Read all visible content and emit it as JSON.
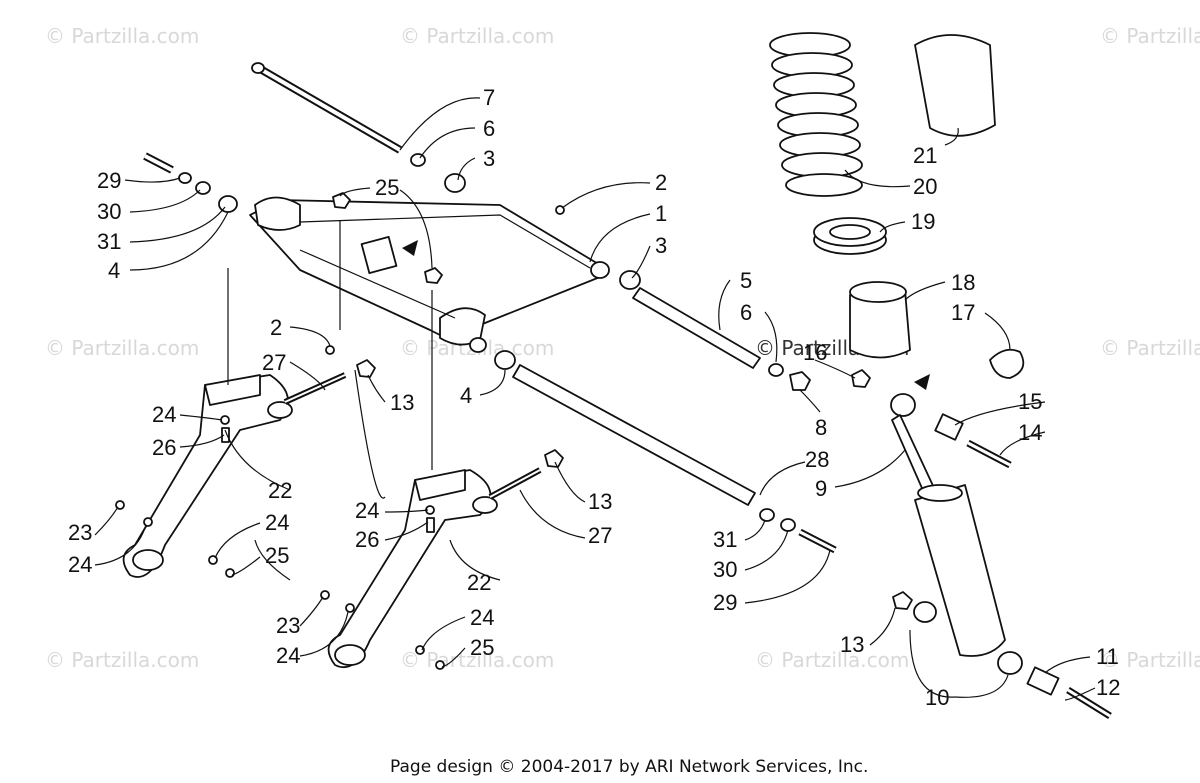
{
  "watermark": "© Partzilla.com",
  "footer": "Page design © 2004-2017 by ARI Network Services, Inc.",
  "callouts": [
    "1",
    "2",
    "2",
    "3",
    "3",
    "4",
    "4",
    "5",
    "6",
    "6",
    "7",
    "8",
    "9",
    "10",
    "11",
    "12",
    "13",
    "13",
    "13",
    "14",
    "15",
    "16",
    "17",
    "18",
    "19",
    "20",
    "21",
    "22",
    "22",
    "23",
    "23",
    "24",
    "24",
    "24",
    "24",
    "24",
    "24",
    "25",
    "25",
    "25",
    "26",
    "26",
    "27",
    "27",
    "28",
    "29",
    "29",
    "30",
    "30",
    "31",
    "31"
  ]
}
